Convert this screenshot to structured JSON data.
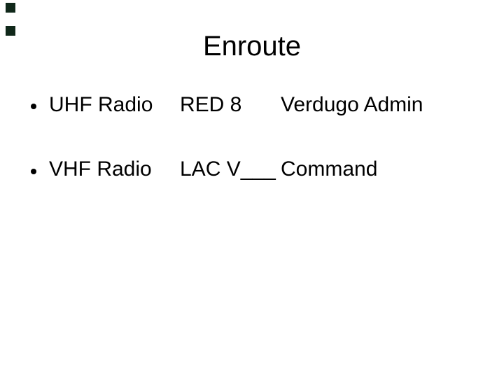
{
  "slide": {
    "title": "Enroute",
    "rows": [
      {
        "device": "UHF Radio",
        "channel": "RED 8",
        "callsign": "Verdugo Admin"
      },
      {
        "device": "VHF Radio",
        "channel": "LAC V___",
        "callsign": "Command"
      }
    ],
    "colors": {
      "background": "#ffffff",
      "text": "#000000",
      "corner_square": "#10281a"
    }
  }
}
